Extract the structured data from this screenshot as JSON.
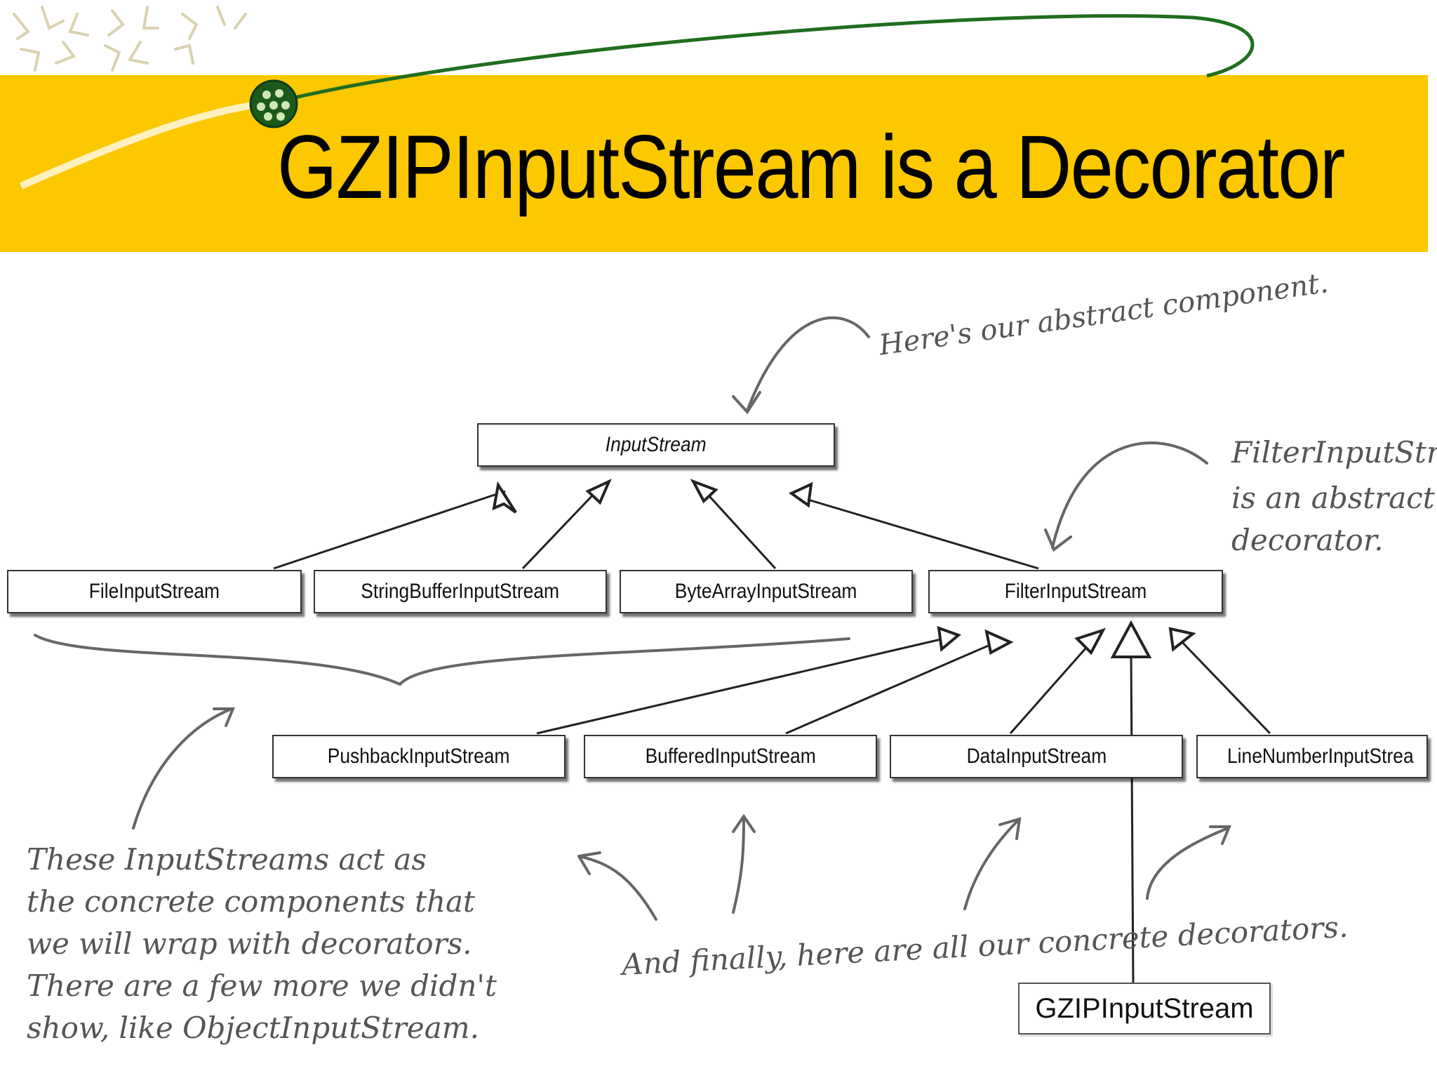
{
  "slide": {
    "title": "GZIPInputStream is a Decorator"
  },
  "diagram": {
    "abstract_component": "InputStream",
    "concrete_components": [
      "FileInputStream",
      "StringBufferInputStream",
      "ByteArrayInputStream"
    ],
    "abstract_decorator": "FilterInputStream",
    "concrete_decorators": [
      "PushbackInputStream",
      "BufferedInputStream",
      "DataInputStream",
      "LineNumberInputStrea"
    ],
    "added_class": "GZIPInputStream"
  },
  "notes": {
    "abstract_component": "Here's our abstract component.",
    "abstract_decorator": [
      "FilterInputStre",
      "is an abstract",
      "decorator."
    ],
    "concrete_components": [
      "These InputStreams act as",
      "the concrete components that",
      "we will wrap with decorators.",
      "There are a few more we didn't",
      "show, like ObjectInputStream."
    ],
    "concrete_decorators": "And finally, here are all our concrete decorators."
  },
  "colors": {
    "title_band": "#fcc800",
    "swoosh": "#1f6e1f",
    "handwriting": "#555555"
  }
}
